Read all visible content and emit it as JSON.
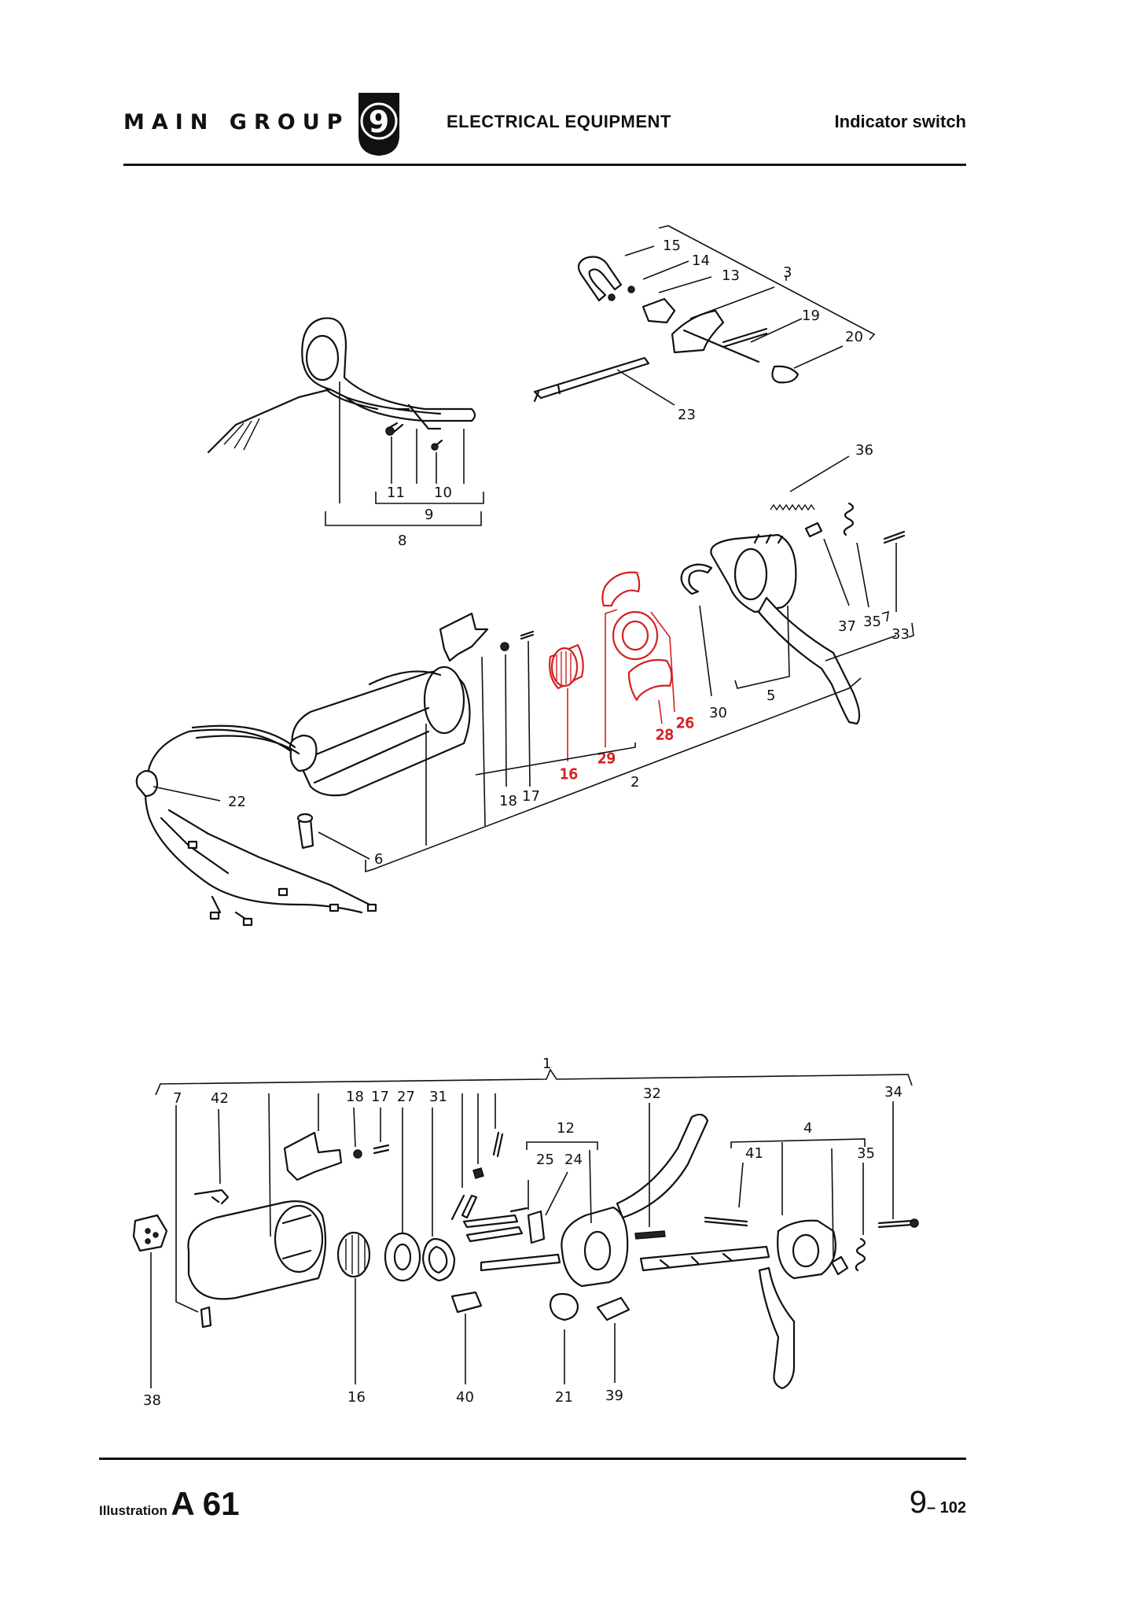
{
  "header": {
    "main_group": "MAIN GROUP",
    "group_number": "9",
    "section": "ELECTRICAL EQUIPMENT",
    "title": "Indicator switch"
  },
  "footer": {
    "illustration_prefix": "Illustration",
    "illustration_code": "A 61",
    "page_main": "9",
    "page_sub": "– 102"
  },
  "colors": {
    "text": "#111111",
    "highlight": "#d42020",
    "background": "#ffffff"
  },
  "upper_callouts": {
    "c15": "15",
    "c14": "14",
    "c13": "13",
    "c3": "3",
    "c19": "19",
    "c20": "20",
    "c23": "23",
    "c11": "11",
    "c10": "10",
    "c9": "9",
    "c8": "8",
    "c36": "36",
    "c37": "37",
    "c35": "35",
    "c33": "33",
    "c30": "30",
    "c5": "5",
    "c26": "26",
    "c28": "28",
    "c29": "29",
    "c16": "16",
    "c18": "18",
    "c17": "17",
    "c2": "2",
    "c22": "22",
    "c6": "6"
  },
  "lower_callouts": {
    "c1": "1",
    "c7": "7",
    "c42": "42",
    "c18": "18",
    "c17": "17",
    "c27": "27",
    "c31": "31",
    "c12": "12",
    "c25": "25",
    "c24": "24",
    "c32": "32",
    "c4": "4",
    "c41": "41",
    "c35": "35",
    "c34": "34",
    "c38": "38",
    "c16": "16",
    "c40": "40",
    "c21": "21",
    "c39": "39"
  }
}
